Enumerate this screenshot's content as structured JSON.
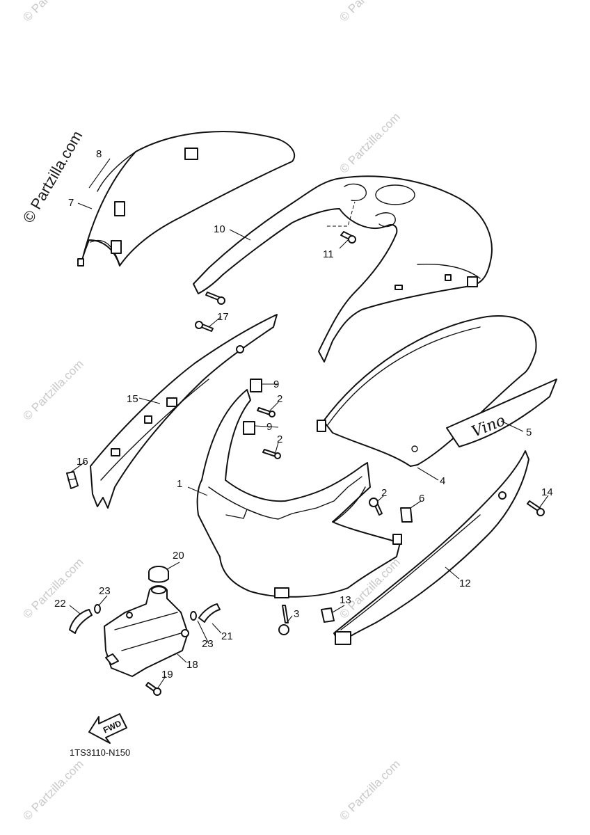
{
  "diagram": {
    "drawing_code": "1TS3110-N150",
    "fwd_label": "FWD",
    "decal_text": "Vino",
    "watermark_text": "© Partzilla.com",
    "callouts": [
      "1",
      "2",
      "2",
      "2",
      "3",
      "4",
      "5",
      "6",
      "7",
      "8",
      "9",
      "9",
      "10",
      "11",
      "12",
      "13",
      "14",
      "15",
      "16",
      "17",
      "18",
      "19",
      "20",
      "21",
      "22",
      "23",
      "23"
    ]
  }
}
